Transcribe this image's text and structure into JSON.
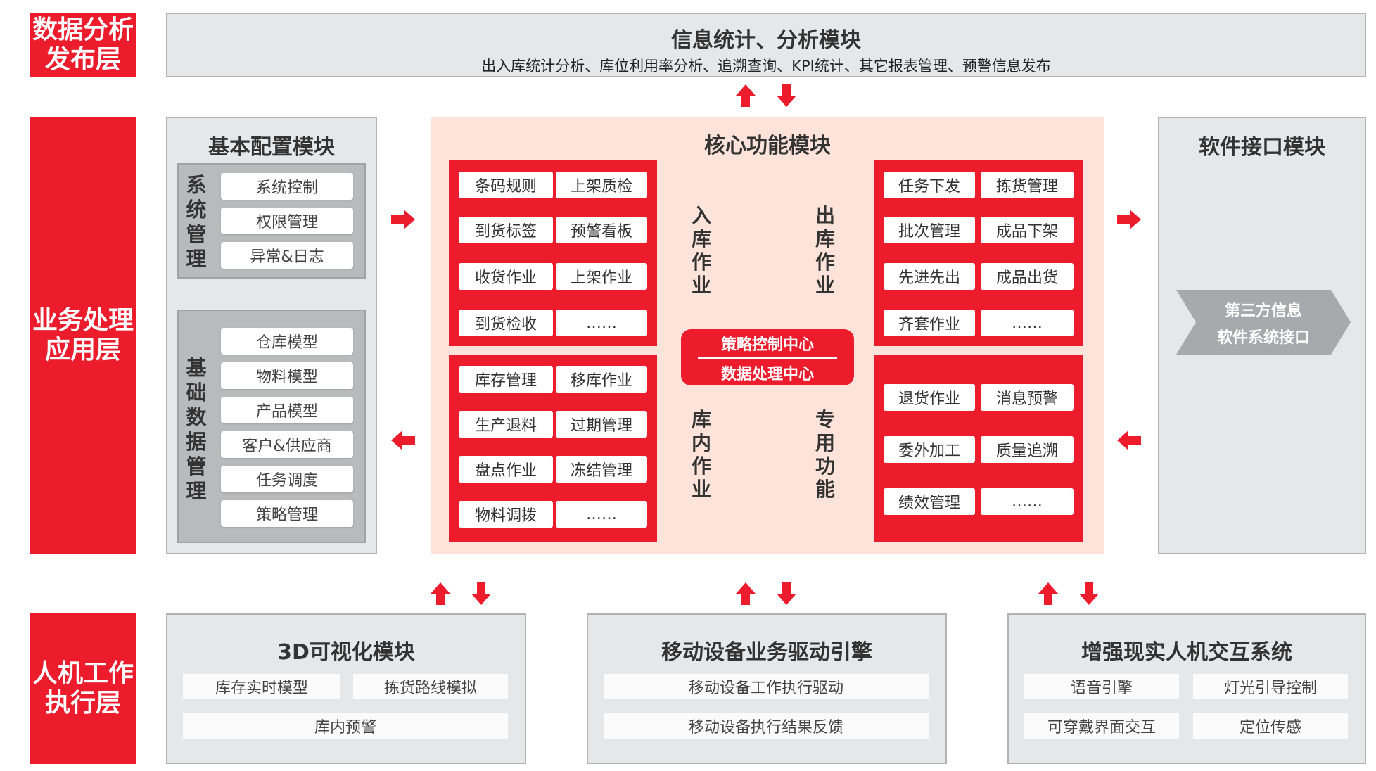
{
  "layers": {
    "publish": "数据分析\n发布层",
    "business": "业务处理\n应用层",
    "execution": "人机工作\n执行层"
  },
  "stats_module": {
    "title": "信息统计、分析模块",
    "subtitle": "出入库统计分析、库位利用率分析、追溯查询、KPI统计、其它报表管理、预警信息发布"
  },
  "basic_config": {
    "title": "基本配置模块",
    "system_mgmt": {
      "label": "系统管理",
      "items": [
        "系统控制",
        "权限管理",
        "异常&日志"
      ]
    },
    "base_data_mgmt": {
      "label": "基础数据管理",
      "items": [
        "仓库模型",
        "物料模型",
        "产品模型",
        "客户&供应商",
        "任务调度",
        "策略管理"
      ]
    }
  },
  "core_module": {
    "title": "核心功能模块",
    "inbound": {
      "label": "入库作业",
      "items": [
        "条码规则",
        "上架质检",
        "到货标签",
        "预警看板",
        "收货作业",
        "上架作业",
        "到货检收",
        "……"
      ]
    },
    "outbound": {
      "label": "出库作业",
      "items": [
        "任务下发",
        "拣货管理",
        "批次管理",
        "成品下架",
        "先进先出",
        "成品出货",
        "齐套作业",
        "……"
      ]
    },
    "internal": {
      "label": "库内作业",
      "items": [
        "库存管理",
        "移库作业",
        "生产退料",
        "过期管理",
        "盘点作业",
        "冻结管理",
        "物料调拨",
        "……"
      ]
    },
    "special": {
      "label": "专用功能",
      "items": [
        "退货作业",
        "消息预警",
        "委外加工",
        "质量追溯",
        "绩效管理",
        "……"
      ]
    },
    "center_top": "策略控制中心",
    "center_bottom": "数据处理中心"
  },
  "interface_module": {
    "title": "软件接口模块",
    "arrow_line1": "第三方信息",
    "arrow_line2": "软件系统接口"
  },
  "viz3d": {
    "title": "3D可视化模块",
    "items": [
      "库存实时模型",
      "拣货路线模拟",
      "库内预警"
    ]
  },
  "mobile": {
    "title": "移动设备业务驱动引擎",
    "items": [
      "移动设备工作执行驱动",
      "移动设备执行结果反馈"
    ]
  },
  "ar": {
    "title": "增强现实人机交互系统",
    "items": [
      "语音引擎",
      "灯光引导控制",
      "可穿戴界面交互",
      "定位传感"
    ]
  },
  "colors": {
    "accent": "#ec1c2d",
    "panel": "#e6e7e8",
    "core_bg": "#fde3d9",
    "subpanel": "#b9babc"
  }
}
